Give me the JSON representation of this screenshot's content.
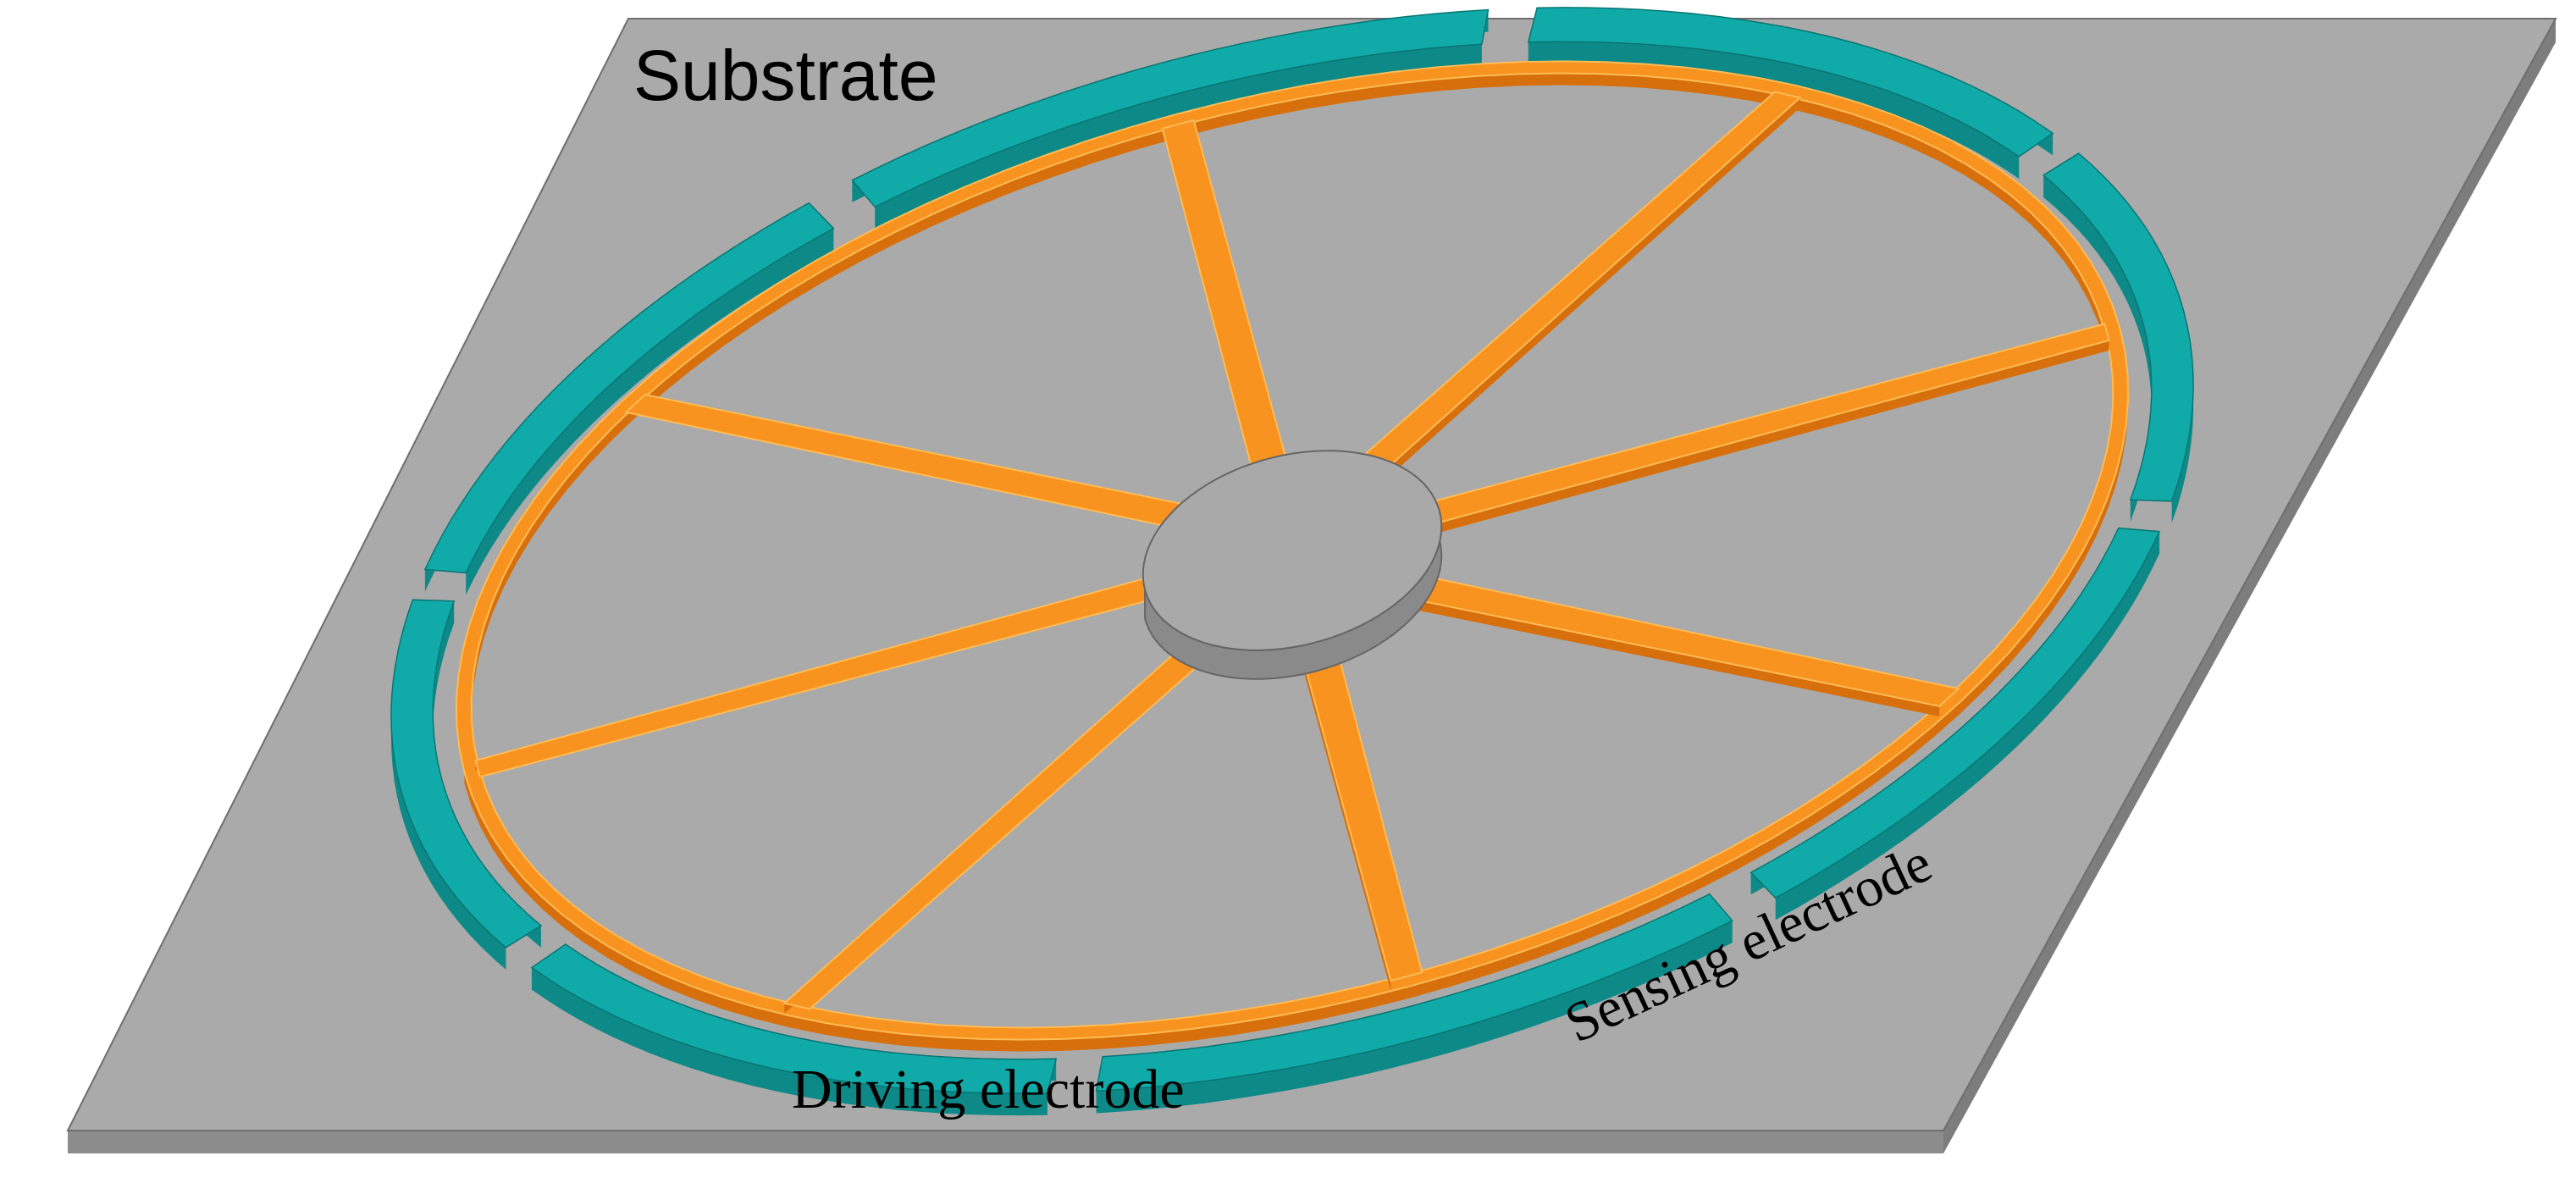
{
  "labels": {
    "substrate": "Substrate",
    "sensing_electrode": "Sensing electrode",
    "driving_electrode": "Driving electrode"
  },
  "colors": {
    "substrate_top": "#aaaaaa",
    "substrate_side": "#8c8c8c",
    "electrode_top": "#10aba8",
    "electrode_side": "#0d8987",
    "ring_orange": "#f7931e",
    "ring_light": "#ffbb55",
    "ring_dark": "#d7700c",
    "hub_top": "#a9a9a9",
    "hub_side": "#8a8a8a",
    "text": "#000000"
  },
  "diagram": {
    "spoke_count": 8,
    "electrode_count": 8
  }
}
